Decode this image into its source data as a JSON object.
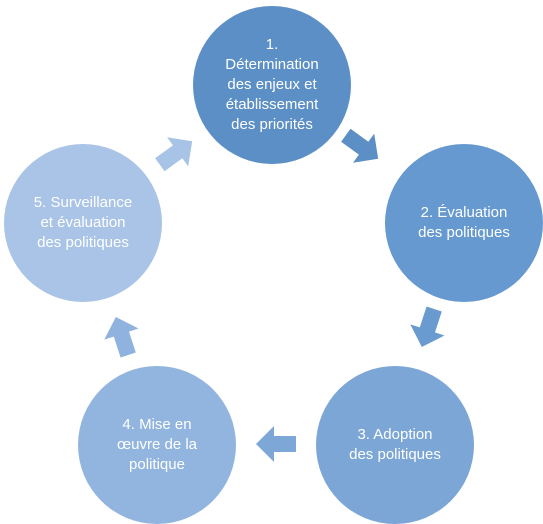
{
  "diagram": {
    "steps": [
      {
        "label": "1.\nDétermination\ndes enjeux et\nétablissement\ndes priorités",
        "color": "#5b8fc6"
      },
      {
        "label": "2. Évaluation\ndes politiques",
        "color": "#6699cf"
      },
      {
        "label": "3. Adoption\ndes politiques",
        "color": "#7ba6d6"
      },
      {
        "label": "4. Mise en\nœuvre de la\npolitique",
        "color": "#92b5df"
      },
      {
        "label": "5. Surveillance\net évaluation\ndes politiques",
        "color": "#a9c4e6"
      }
    ],
    "arrows": [
      {
        "from": "1",
        "to": "2",
        "color": "#5b8fc6"
      },
      {
        "from": "2",
        "to": "3",
        "color": "#6a9bd0"
      },
      {
        "from": "3",
        "to": "4",
        "color": "#7ca7d7"
      },
      {
        "from": "4",
        "to": "5",
        "color": "#8fb3de"
      },
      {
        "from": "5",
        "to": "1",
        "color": "#a7c3e6"
      }
    ]
  }
}
